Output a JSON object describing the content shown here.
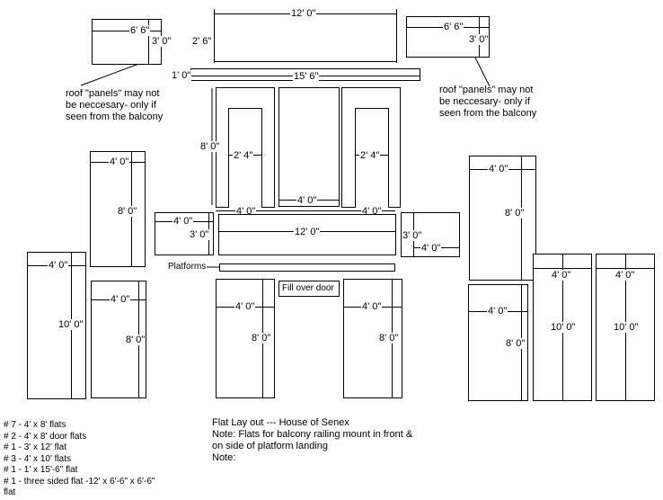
{
  "dims": {
    "roof_left_w": "6' 6\"",
    "roof_left_h": "3' 0\"",
    "pediment_w": "12' 0\"",
    "pediment_h": "2' 6\"",
    "roof_right_w": "6' 6\"",
    "roof_right_h": "3' 0\"",
    "beam_h": "1' 0\"",
    "beam_w": "15' 6\"",
    "wall_h": "8' 0\"",
    "door_left_w": "2' 4\"",
    "door_right_w": "2' 4\"",
    "center_w": "4' 0\"",
    "door_left_base": "4' 0\"",
    "door_right_base": "4' 0\"",
    "left_upper_w": "4' 0\"",
    "left_upper_h": "8' 0\"",
    "right_upper_w": "4' 0\"",
    "right_upper_h": "8' 0\"",
    "left_small_w": "4' 0\"",
    "left_small_h": "3' 0\"",
    "landing_w": "12' 0\"",
    "right_small_h": "3' 0\"",
    "right_small_w": "4' 0\"",
    "far_left_w": "4' 0\"",
    "far_left_h": "10' 0\"",
    "left_lower_w": "4' 0\"",
    "left_lower_h": "8' 0\"",
    "center_left_w": "4' 0\"",
    "center_left_h": "8' 0\"",
    "center_right_w": "4' 0\"",
    "center_right_h": "8' 0\"",
    "right_lower_w": "4' 0\"",
    "right_lower_h": "8' 0\"",
    "right_mid_w": "4' 0\"",
    "right_mid_h": "10' 0\"",
    "far_right_w": "4' 0\"",
    "far_right_h": "10' 0\""
  },
  "labels": {
    "platforms": "Platforms",
    "fill_over_door": "Fill over door",
    "roof_note_left": "roof \"panels\" may not\nbe neccesary- only if\nseen from the balcony",
    "roof_note_right": "roof \"panels\" may not\nbe neccesary- only if\nseen from the balcony"
  },
  "legend": [
    "# 7 - 4' x 8' flats",
    "# 2 - 4' x 8'  door flats",
    "# 1 - 3' x 12' flat",
    "# 3 - 4' x 10' flats",
    "# 1 - 1' x 15'-6\" flat",
    "# 1 - three sided flat -12' x 6'-6\" x 6'-6\"",
    "flat"
  ],
  "notes": {
    "title": "Flat Lay out --- House of Senex",
    "line1": "Note: Flats for balcony railing mount in front &",
    "line2": "on side of platform landing",
    "line3": "Note:"
  }
}
